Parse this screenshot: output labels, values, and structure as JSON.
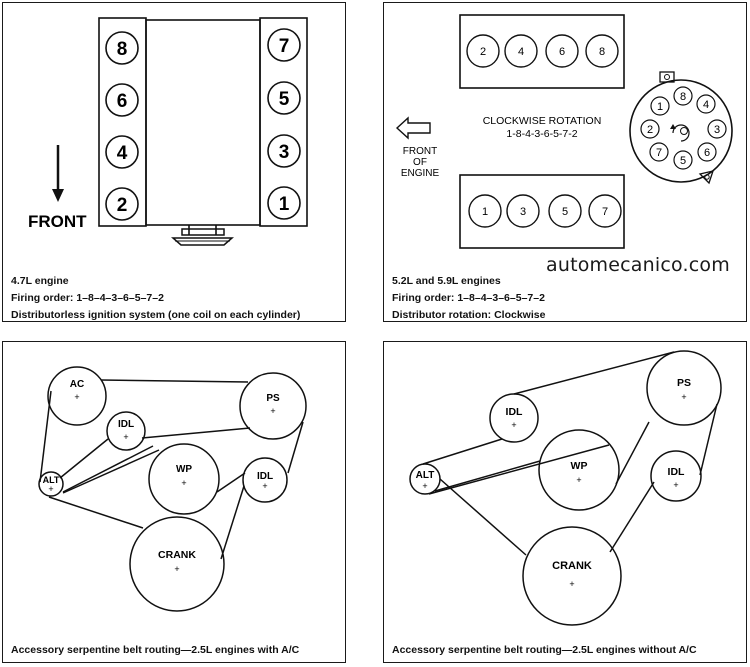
{
  "watermark": "automecanico.com",
  "panel_47": {
    "cylinders_left": [
      "8",
      "6",
      "4",
      "2"
    ],
    "cylinders_right": [
      "7",
      "5",
      "3",
      "1"
    ],
    "front_label": "FRONT",
    "caption": [
      "4.7L engine",
      "Firing order: 1–8–4–3–6–5–7–2",
      "Distributorless ignition system (one coil on each cylinder)"
    ]
  },
  "panel_52": {
    "cylinders_top": [
      "2",
      "4",
      "6",
      "8"
    ],
    "cylinders_bottom": [
      "1",
      "3",
      "5",
      "7"
    ],
    "rotation_title": "CLOCKWISE ROTATION",
    "rotation_order": "1-8-4-3-6-5-7-2",
    "front_label": [
      "FRONT",
      "OF",
      "ENGINE"
    ],
    "distributor_terminals": [
      "8",
      "4",
      "3",
      "6",
      "5",
      "7",
      "2",
      "1"
    ],
    "caption": [
      "5.2L and 5.9L engines",
      "Firing order: 1–8–4–3–6–5–7–2",
      "Distributor rotation: Clockwise"
    ]
  },
  "panel_ac": {
    "pulleys": [
      "AC",
      "IDL",
      "PS",
      "ALT",
      "WP",
      "IDL",
      "CRANK"
    ],
    "caption": "Accessory serpentine belt routing—2.5L engines with A/C"
  },
  "panel_noac": {
    "pulleys": [
      "PS",
      "IDL",
      "ALT",
      "WP",
      "IDL",
      "CRANK"
    ],
    "caption": "Accessory serpentine belt routing—2.5L engines without A/C"
  }
}
